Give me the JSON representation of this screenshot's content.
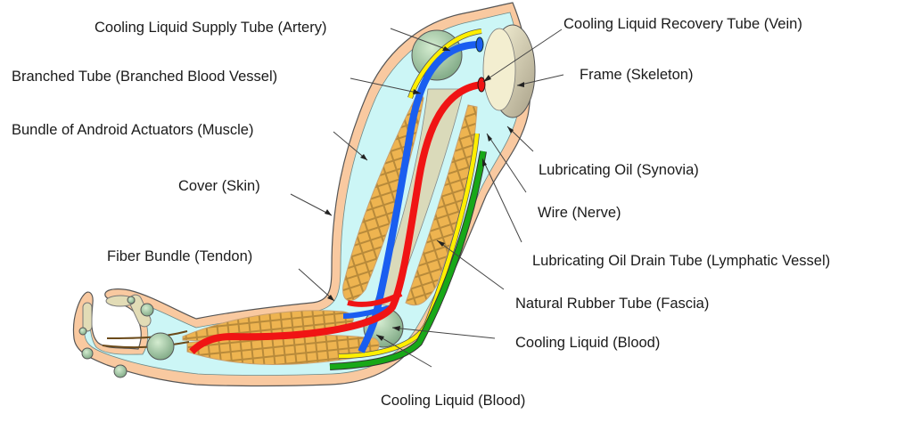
{
  "title": "Android arm anatomy diagram",
  "labels": {
    "artery": "Cooling Liquid Supply Tube (Artery)",
    "vein": "Cooling Liquid Recovery Tube (Vein)",
    "branched": "Branched Tube (Branched Blood Vessel)",
    "skeleton": "Frame (Skeleton)",
    "muscle": "Bundle of Android Actuators (Muscle)",
    "synovia": "Lubricating Oil (Synovia)",
    "skin": "Cover (Skin)",
    "nerve": "Wire (Nerve)",
    "tendon": "Fiber Bundle (Tendon)",
    "lymph": "Lubricating Oil Drain Tube (Lymphatic Vessel)",
    "fascia": "Natural Rubber Tube (Fascia)",
    "blood1": "Cooling Liquid (Blood)",
    "blood2": "Cooling Liquid (Blood)"
  },
  "colors": {
    "skin": "#f9c9a0",
    "skin_edge": "#f4a070",
    "synovia": "#ccf6f6",
    "muscle": "#e9b04c",
    "artery": "#1a5ef0",
    "vein": "#f01414",
    "nerve": "#ffef00",
    "lymph": "#18a818",
    "bone": "#e6e0bc",
    "joint": "#a8cca8"
  }
}
